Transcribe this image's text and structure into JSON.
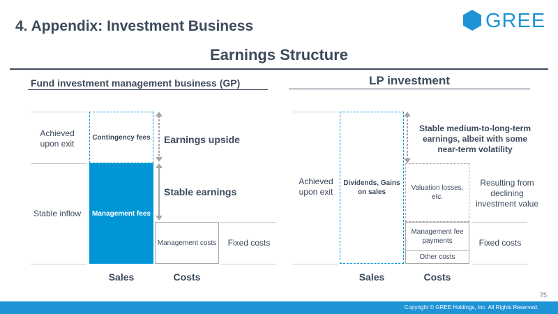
{
  "slide": {
    "title": "4. Appendix: Investment Business",
    "subtitle": "Earnings Structure",
    "logo_text": "GREE",
    "page_number": "75",
    "copyright": "Copyright © GREE Holdings, Inc. All Rights Reserved."
  },
  "colors": {
    "accent": "#0096d6",
    "footer": "#1e93d6",
    "text": "#3d4a5c",
    "gray": "#a6a6a6"
  },
  "left_panel": {
    "heading": "Fund investment management business (GP)",
    "row_labels": {
      "achieved": "Achieved upon exit",
      "stable_inflow": "Stable inflow"
    },
    "contingency_fees": "Contingency fees",
    "management_fees": "Management fees",
    "management_costs": "Management costs",
    "fixed_costs": "Fixed costs",
    "earnings_upside": "Earnings upside",
    "stable_earnings": "Stable earnings",
    "sales": "Sales",
    "costs": "Costs"
  },
  "right_panel": {
    "heading": "LP investment",
    "achieved": "Achieved upon exit",
    "dividends": "Dividends, Gains on sales",
    "stable_note": "Stable medium-to-long-term earnings, albeit with some near-term volatility",
    "valuation_losses": "Valuation losses, etc.",
    "resulting_from": "Resulting from declining investment value",
    "management_fee_payments": "Management fee payments",
    "other_costs": "Other costs",
    "fixed_costs": "Fixed costs",
    "sales": "Sales",
    "costs": "Costs"
  }
}
